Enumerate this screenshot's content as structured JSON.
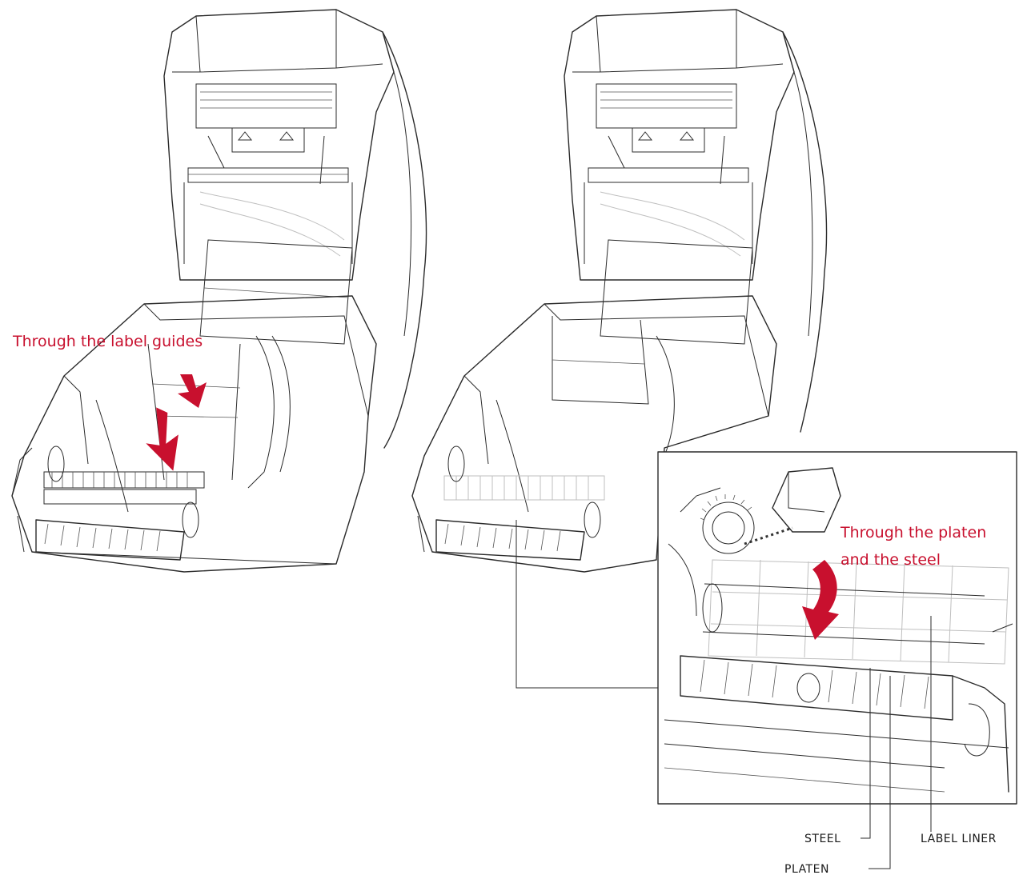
{
  "left_caption": "Through the label guides",
  "zoom_caption": [
    "Through the platen",
    "and the steel"
  ],
  "labels": {
    "steel": "STEEL",
    "platen": "PLATEN",
    "label_liner": "LABEL LINER"
  },
  "colors": {
    "accent": "#c8102e",
    "line": "#2b2b2b"
  },
  "icons": [
    "down-arrow-icon",
    "curved-arrow-icon"
  ]
}
